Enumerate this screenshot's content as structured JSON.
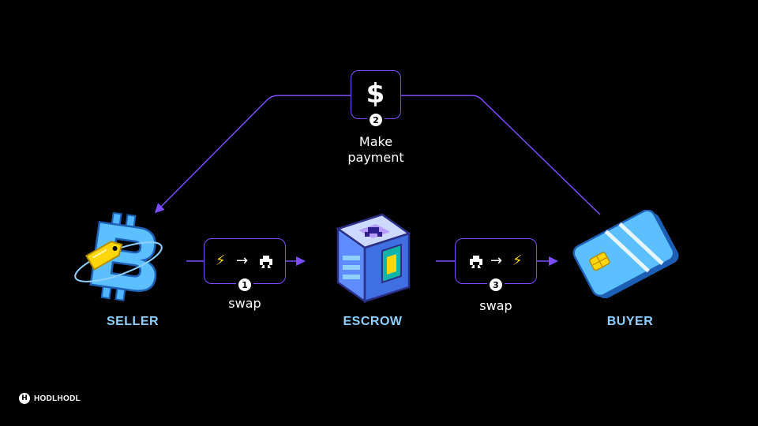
{
  "actors": {
    "seller": "SELLER",
    "escrow": "ESCROW",
    "buyer": "BUYER"
  },
  "steps": [
    {
      "number": "1",
      "label": "swap",
      "from_icon": "lightning-icon",
      "to_icon": "hodl-token-icon"
    },
    {
      "number": "2",
      "label": "Make\npayment",
      "icon": "dollar-icon"
    },
    {
      "number": "3",
      "label": "swap",
      "from_icon": "hodl-token-icon",
      "to_icon": "lightning-icon"
    }
  ],
  "brand": {
    "name": "HODLHODL"
  },
  "colors": {
    "background": "#000000",
    "connector": "#7c4dff",
    "actor_label": "#8fd0ff",
    "lightning": "#ffd60a",
    "bitcoin": "#4fb6ff",
    "escrow_cube": "#6fa8ff"
  }
}
